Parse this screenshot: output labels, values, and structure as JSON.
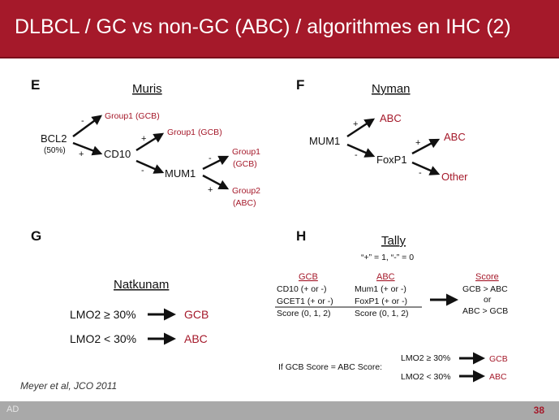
{
  "slide": {
    "title": "DLBCL / GC vs non-GC (ABC) / algorithmes en IHC (2)",
    "footer_left": "AD",
    "page_number": "38",
    "citation": "Meyer et al, JCO 2011"
  },
  "colors": {
    "accent": "#a5192a",
    "footer": "#a9a9a9",
    "text": "#111111"
  },
  "panel_e": {
    "letter": "E",
    "title": "Muris",
    "bcl2": "BCL2",
    "bcl2_note": "(50%)",
    "minus": "-",
    "plus": "+",
    "group1_gcb_a": "Group1 (GCB)",
    "cd10": "CD10",
    "group1_gcb_b": "Group1 (GCB)",
    "mum1": "MUM1",
    "group1_line1": "Group1",
    "group1_line2": "(GCB)",
    "group2_line1": "Group2",
    "group2_line2": "(ABC)"
  },
  "panel_f": {
    "letter": "F",
    "title": "Nyman",
    "mum1": "MUM1",
    "abc_a": "ABC",
    "foxp1": "FoxP1",
    "abc_b": "ABC",
    "other": "Other",
    "plus": "+",
    "minus": "-"
  },
  "panel_g": {
    "letter": "G",
    "title": "Natkunam",
    "row1_label": "LMO2 ≥ 30%",
    "row1_result": "GCB",
    "row2_label": "LMO2 < 30%",
    "row2_result": "ABC"
  },
  "panel_h": {
    "letter": "H",
    "title": "Tally",
    "subtitle": "“+” = 1, “-” = 0",
    "gcb_header": "GCB",
    "abc_header": "ABC",
    "score_header": "Score",
    "gcb_rows": [
      "CD10 (+ or -)",
      "GCET1 (+ or -)",
      "Score (0, 1, 2)"
    ],
    "abc_rows": [
      "Mum1 (+ or -)",
      "FoxP1 (+ or -)",
      "Score (0, 1, 2)"
    ],
    "score_rows": [
      "GCB > ABC",
      "or",
      "ABC > GCB"
    ],
    "tie_label": "If GCB Score = ABC Score:",
    "tie_row1_label": "LMO2 ≥ 30%",
    "tie_row1_result": "GCB",
    "tie_row2_label": "LMO2 < 30%",
    "tie_row2_result": "ABC"
  }
}
